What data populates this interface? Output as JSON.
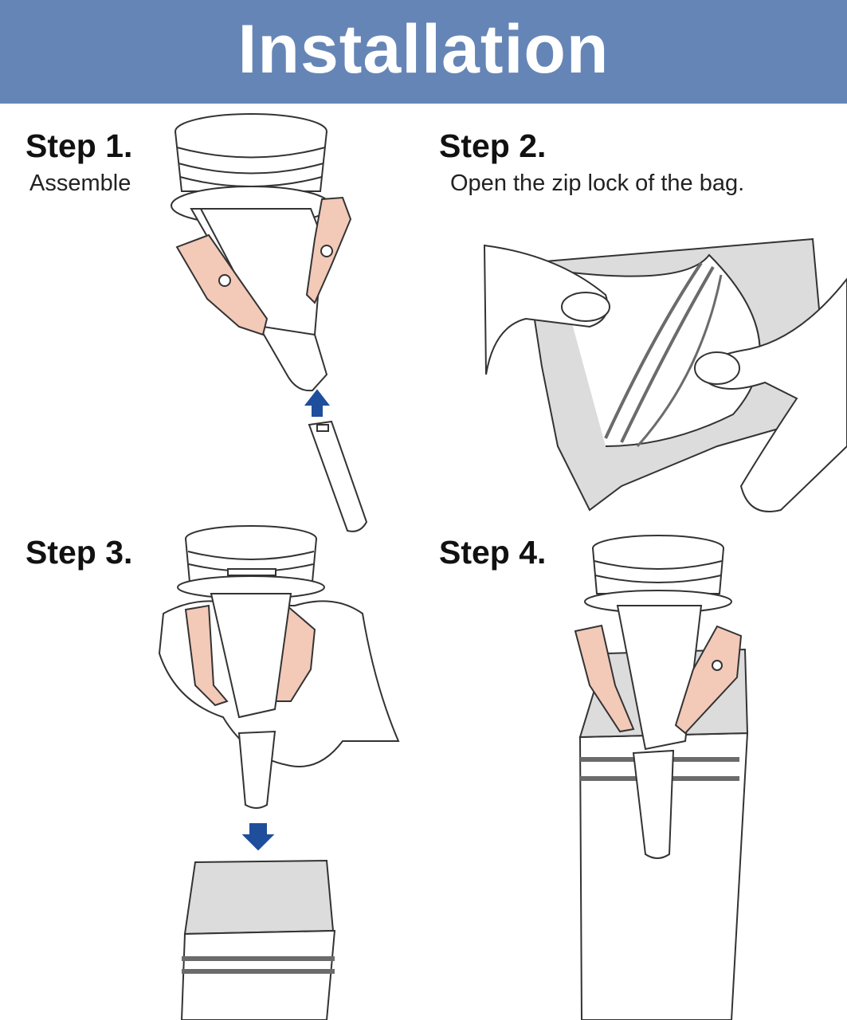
{
  "title": "Installation",
  "steps": [
    {
      "label": "Step 1.",
      "description": "Assemble"
    },
    {
      "label": "Step 2.",
      "description": "Open the zip lock of the bag."
    },
    {
      "label": "Step 3.",
      "description": ""
    },
    {
      "label": "Step 4.",
      "description": ""
    }
  ],
  "colors": {
    "banner": "#6585b6",
    "clip": "#f3c9b8",
    "arrow": "#1f4e9c",
    "bag": "#dcdcdc",
    "zip": "#6b6b6b"
  }
}
